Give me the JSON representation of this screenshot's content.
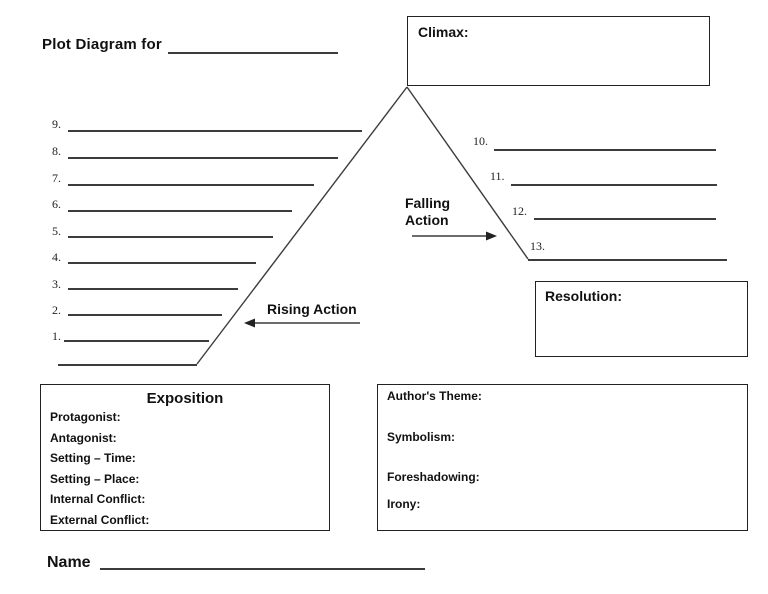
{
  "title": {
    "text": "Plot Diagram for"
  },
  "climax": {
    "label": "Climax:"
  },
  "rising_action": {
    "label": "Rising Action",
    "lines": [
      {
        "num": "9."
      },
      {
        "num": "8."
      },
      {
        "num": "7."
      },
      {
        "num": "6."
      },
      {
        "num": "5."
      },
      {
        "num": "4."
      },
      {
        "num": "3."
      },
      {
        "num": "2."
      },
      {
        "num": "1."
      }
    ]
  },
  "falling_action": {
    "label_line1": "Falling",
    "label_line2": "Action",
    "lines": [
      {
        "num": "10."
      },
      {
        "num": "11."
      },
      {
        "num": "12."
      },
      {
        "num": "13."
      }
    ]
  },
  "resolution": {
    "label": "Resolution:"
  },
  "exposition": {
    "title": "Exposition",
    "fields": [
      "Protagonist:",
      "Antagonist:",
      "Setting – Time:",
      "Setting – Place:",
      "Internal Conflict:",
      "External Conflict:"
    ]
  },
  "analysis": {
    "fields": [
      "Author's Theme:",
      "Symbolism:",
      "Foreshadowing:",
      "Irony:"
    ]
  },
  "footer": {
    "name_label": "Name"
  }
}
